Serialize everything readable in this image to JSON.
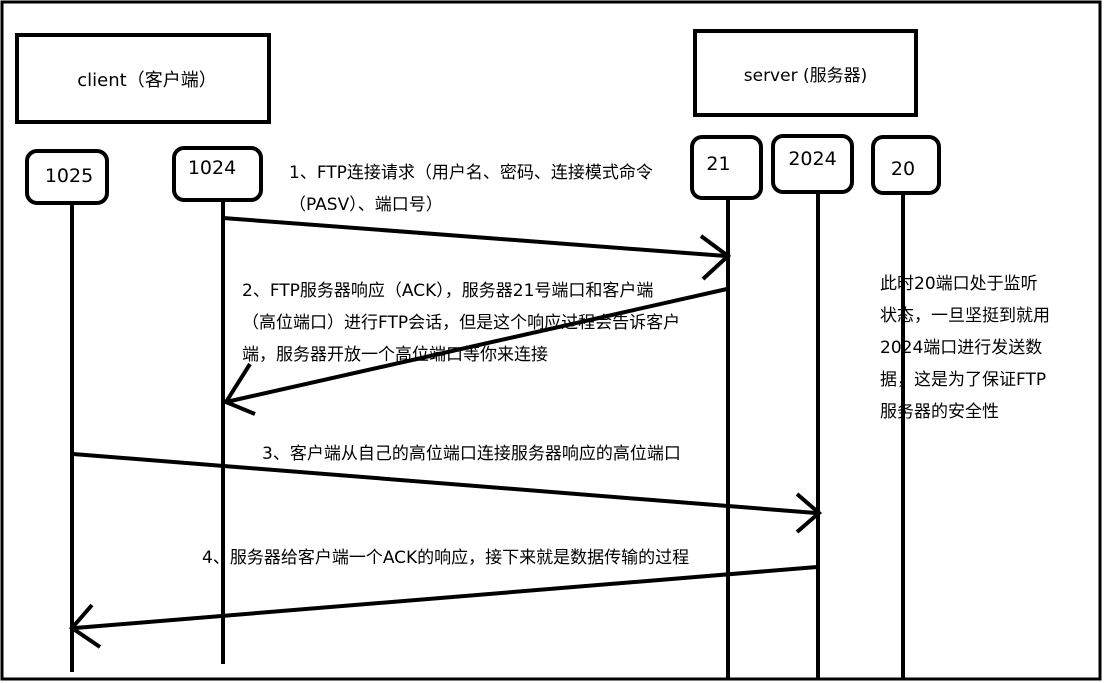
{
  "participants": {
    "client": {
      "label": "client（客户端）"
    },
    "server": {
      "label": "server (服务器)"
    }
  },
  "ports": {
    "p1025": "1025",
    "p1024": "1024",
    "p21": "21",
    "p2024": "2024",
    "p20": "20"
  },
  "messages": {
    "m1": {
      "line1": "1、FTP连接请求（用户名、密码、连接模式命令",
      "line2": "（PASV）、端口号）"
    },
    "m2": {
      "line1": "2、FTP服务器响应（ACK），服务器21号端口和客户端",
      "line2": "（高位端口）进行FTP会话，但是这个响应过程会告诉客户",
      "line3": "端，服务器开放一个高位端口等你来连接"
    },
    "m3": {
      "text": "3、客户端从自己的高位端口连接服务器响应的高位端口"
    },
    "m4": {
      "text": "4、服务器给客户端一个ACK的响应，接下来就是数据传输的过程"
    }
  },
  "note": {
    "line1": "此时20端口处于监听",
    "line2": "状态，一旦坚挺到就用",
    "line3": "2024端口进行发送数",
    "line4": "据，这是为了保证FTP",
    "line5": "服务器的安全性"
  }
}
